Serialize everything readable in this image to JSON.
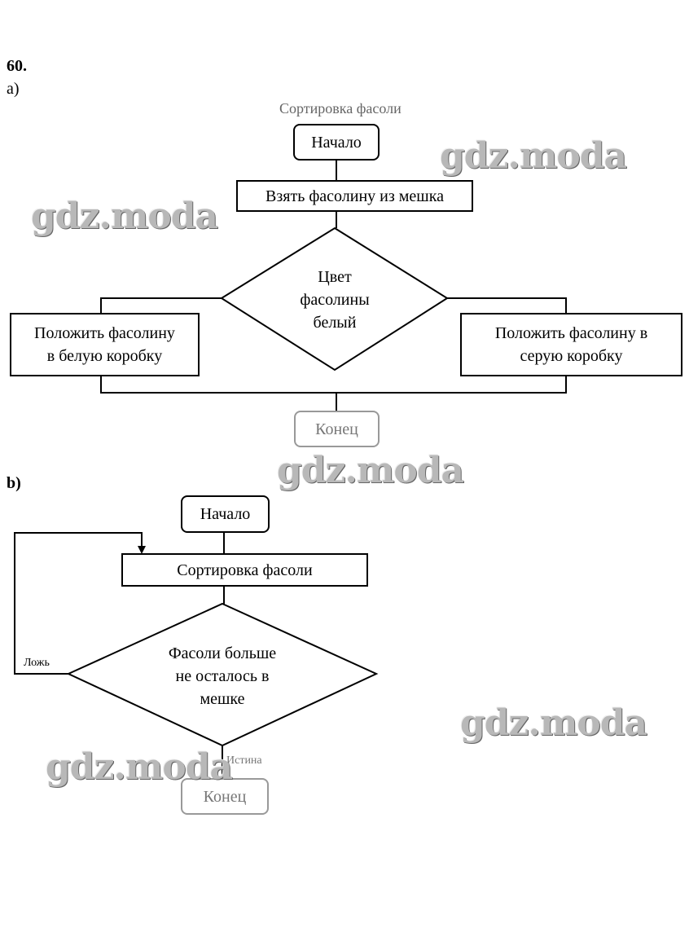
{
  "exercise_number": "60.",
  "part_a": {
    "label": "a)",
    "title": "Сортировка фасоли",
    "start": "Начало",
    "take": "Взять фасолину из мешка",
    "decision": [
      "Цвет",
      "фасолины",
      "белый"
    ],
    "left_action": [
      "Положить фасолину",
      "в белую коробку"
    ],
    "right_action": [
      "Положить фасолину в",
      "серую коробку"
    ],
    "end": "Конец"
  },
  "part_b": {
    "label": "b)",
    "start": "Начало",
    "process": "Сортировка фасоли",
    "decision": [
      "Фасоли больше",
      "не осталось в",
      "мешке"
    ],
    "false_label": "Ложь",
    "true_label": "Истина",
    "end": "Конец"
  },
  "watermark": "gdz.moda"
}
